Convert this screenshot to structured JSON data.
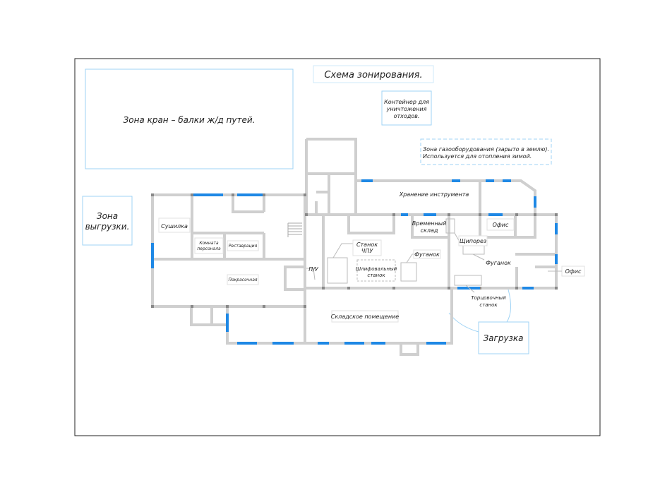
{
  "title": "Схема зонирования.",
  "colors": {
    "wall": "#cfcfcf",
    "wall_dark": "#888888",
    "window": "#1e88e5",
    "frame": "#222222",
    "callout": "#9fd3f5"
  },
  "zones": {
    "crane": "Зона кран – балки ж/д путей.",
    "unload_line1": "Зона",
    "unload_line2": "выгрузки.",
    "waste_line1": "Контейнер для",
    "waste_line2": "уничтожения",
    "waste_line3": "отходов.",
    "gas_line1": "Зона газооборудования (зарыто в землю).",
    "gas_line2": "Используется для отопления зимой.",
    "loading": "Загрузка"
  },
  "rooms": {
    "tool_storage": "Хранение инструмента",
    "dryer": "Сушилка",
    "staff_line1": "Комната",
    "staff_line2": "персонала",
    "restoration": "Реставрация",
    "paint": "Покрасочная",
    "cnc_line1": "Станок",
    "cnc_line2": "ЧПУ",
    "grind_line1": "Шлифовальный",
    "grind_line2": "станок",
    "jointer": "Фуганок",
    "temp_line1": "Временный",
    "temp_line2": "склад",
    "office": "Офис",
    "tenoner": "Щипорез",
    "jointer2": "Фуганок",
    "office2": "Офис",
    "pu": "П/У",
    "crosscut_line1": "Торцовочный",
    "crosscut_line2": "станок",
    "warehouse": "Складское помещение"
  }
}
